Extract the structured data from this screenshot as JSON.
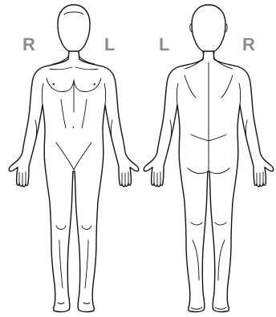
{
  "labels": {
    "front_right": "R",
    "front_left": "L",
    "back_left": "L",
    "back_right": "R"
  },
  "colors": {
    "label": "#8c8c8c",
    "outline": "#111111",
    "background": "#ffffff"
  },
  "figures": [
    {
      "name": "anterior-view"
    },
    {
      "name": "posterior-view"
    }
  ]
}
